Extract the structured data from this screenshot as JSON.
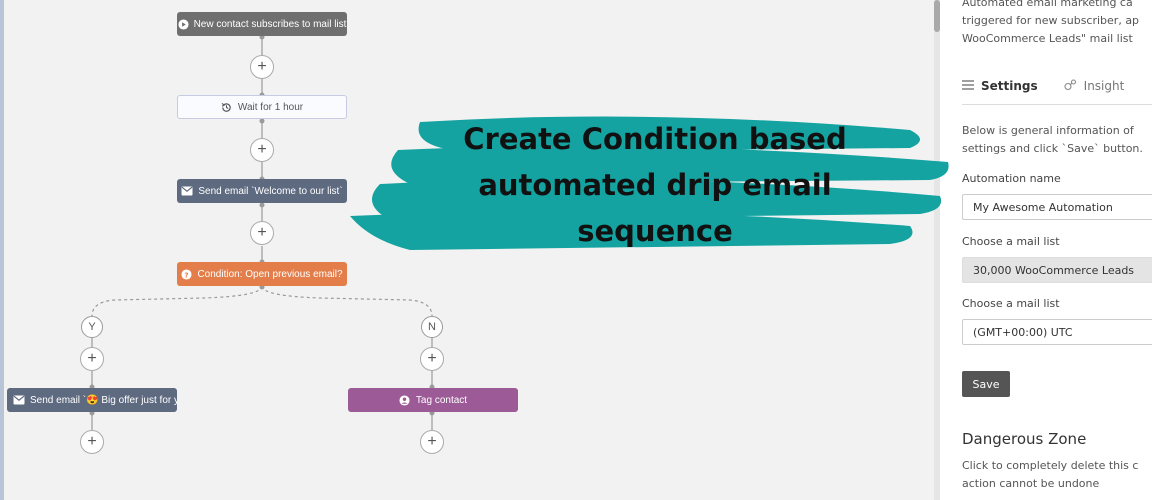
{
  "workflow": {
    "trigger_label": "New contact subscribes to mail list",
    "wait_label": "Wait for 1 hour",
    "email1_label": "Send email `Welcome to our list`",
    "condition_label": "Condition: Open previous email?",
    "branch_yes": "Y",
    "branch_no": "N",
    "email2_label": "Send email `😍 Big offer just for y...",
    "tag_label": "Tag contact",
    "add_symbol": "+"
  },
  "overlay": {
    "headline": "Create Condition based automated drip email sequence"
  },
  "panel": {
    "intro_lines": [
      "Automated email marketing ca",
      "triggered for new subscriber, ap",
      "WooCommerce Leads\" mail list"
    ],
    "tabs": [
      {
        "label": "Settings",
        "icon": "list-icon",
        "active": true
      },
      {
        "label": "Insight",
        "icon": "insight-icon",
        "active": false
      }
    ],
    "desc_lines": [
      "Below is general information of",
      "settings and click `Save` button."
    ],
    "automation_name_label": "Automation name",
    "automation_name_value": "My Awesome Automation",
    "mail_list_label": "Choose a mail list",
    "mail_list_value": "30,000 WooCommerce Leads",
    "timezone_label": "Choose a mail list",
    "timezone_value": "(GMT+00:00) UTC",
    "save_label": "Save",
    "danger_title": "Dangerous Zone",
    "danger_lines": [
      "Click to completely delete this c",
      "action cannot be undone"
    ]
  },
  "colors": {
    "trigger": "#6f6f6f",
    "email": "#5e6a80",
    "condition": "#e37d4a",
    "tag": "#9c5a96",
    "brush": "#14a3a0"
  }
}
